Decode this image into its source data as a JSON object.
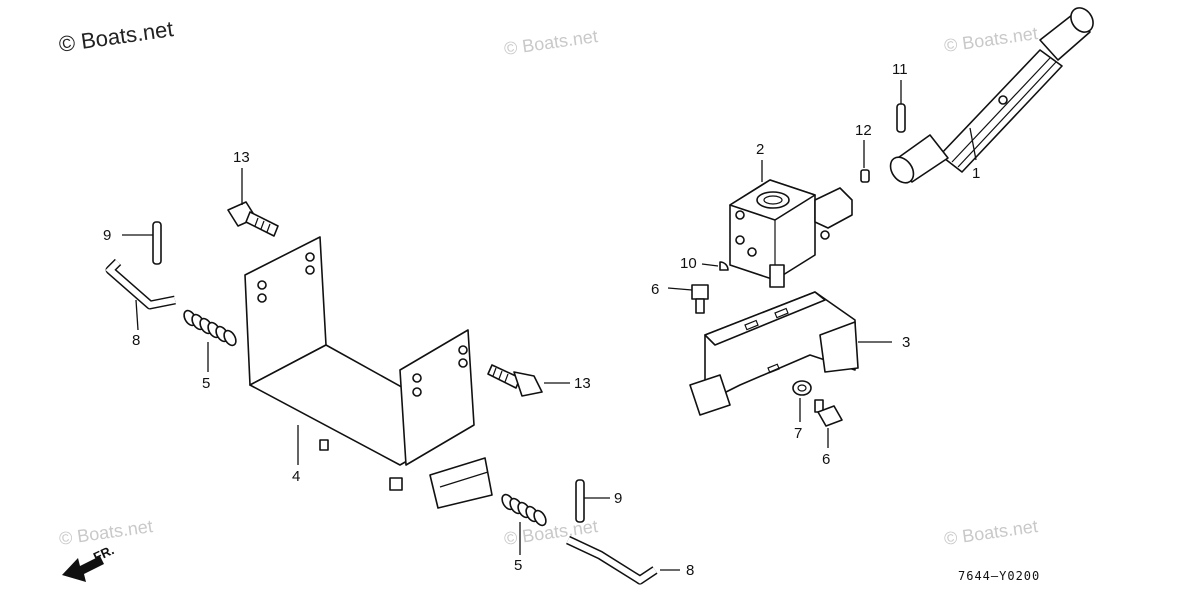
{
  "watermark": {
    "main": "© Boats.net",
    "faint": "© Boats.net"
  },
  "diagram_code": "7644–Y0200",
  "direction": {
    "label": "FR.",
    "icon": "front-arrow-icon"
  },
  "callouts": [
    {
      "id": "c1",
      "label": "1"
    },
    {
      "id": "c2",
      "label": "2"
    },
    {
      "id": "c3",
      "label": "3"
    },
    {
      "id": "c4",
      "label": "4"
    },
    {
      "id": "c5a",
      "label": "5"
    },
    {
      "id": "c5b",
      "label": "5"
    },
    {
      "id": "c6a",
      "label": "6"
    },
    {
      "id": "c6b",
      "label": "6"
    },
    {
      "id": "c7",
      "label": "7"
    },
    {
      "id": "c8a",
      "label": "8"
    },
    {
      "id": "c8b",
      "label": "8"
    },
    {
      "id": "c9a",
      "label": "9"
    },
    {
      "id": "c9b",
      "label": "9"
    },
    {
      "id": "c10",
      "label": "10"
    },
    {
      "id": "c11",
      "label": "11"
    },
    {
      "id": "c12",
      "label": "12"
    },
    {
      "id": "c13a",
      "label": "13"
    },
    {
      "id": "c13b",
      "label": "13"
    }
  ],
  "colors": {
    "line": "#111111",
    "watermark": "#c9c9c9",
    "background": "#ffffff"
  }
}
